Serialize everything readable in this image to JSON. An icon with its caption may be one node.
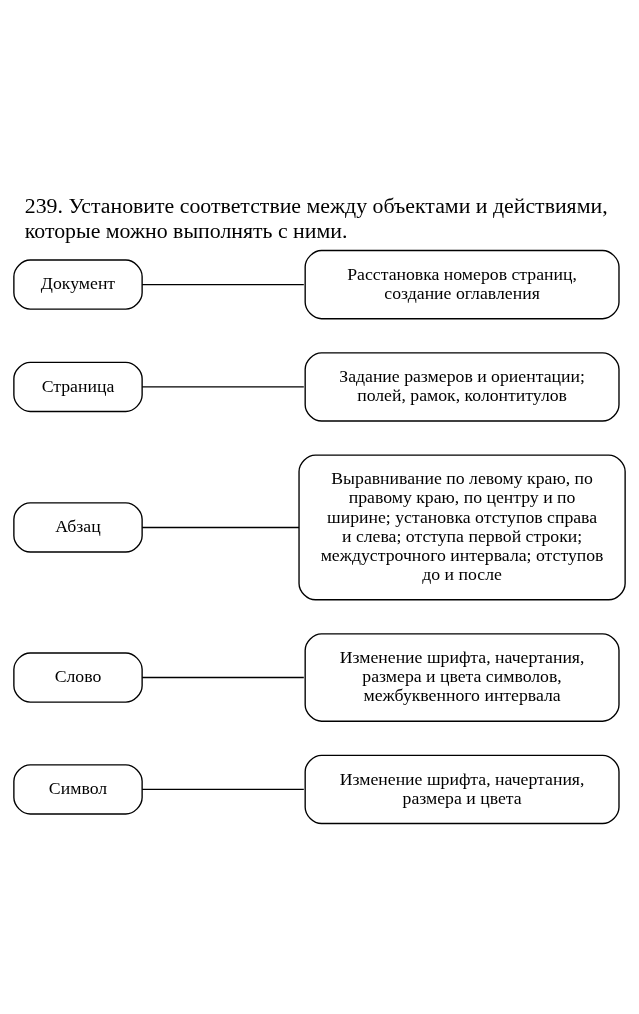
{
  "diagram": {
    "title": "239. Установите соответствие между объектами и действиями, которые можно выполнять с ними.",
    "nodes": [
      {
        "text": [
          "Символ"
        ]
      },
      {
        "text": [
          "Слово"
        ]
      },
      {
        "text": [
          "Абзац"
        ]
      },
      {
        "text": [
          "Страница"
        ]
      },
      {
        "text": [
          "Документ"
        ]
      },
      {
        "text": [
          "Расстановка номеров страниц, создание оглавления"
        ]
      },
      {
        "text": [
          "Изменение шрифта, начертания, размера и цвета"
        ]
      },
      {
        "text": [
          "Выравнивание по левому краю, по правому краю, по центру и по ширине; установка отступов справа и слева; отступа первой строки; междустрочного интервала; отступов до и после"
        ]
      },
      {
        "text": [
          "Изменение шрифта, начертания, размера и цвета символов, межбуквенного интервала"
        ]
      },
      {
        "text": [
          "Задание размеров и ориентации; полей, рамок, колонтитулов"
        ]
      }
    ],
    "edges": [
      {
        "from": 0,
        "to": 6,
        "arrow": "none"
      },
      {
        "from": 1,
        "to": 8,
        "arrow": "none"
      },
      {
        "from": 2,
        "to": 7,
        "arrow": "none"
      },
      {
        "from": 3,
        "to": 9,
        "arrow": "none"
      },
      {
        "from": 4,
        "to": 5,
        "arrow": "none"
      }
    ]
  }
}
